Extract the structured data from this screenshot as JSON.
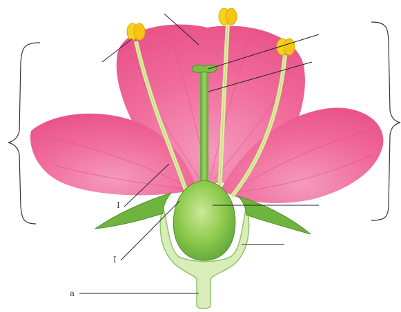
{
  "diagram": {
    "labels": {
      "stalk_label": "a",
      "left_mid_label": "I",
      "left_low_label": "I"
    },
    "colors": {
      "petal": "#f06a9a",
      "petal_light": "#f8a5c2",
      "petal_vein": "#e04c82",
      "anther": "#f7d21c",
      "filament": "#dfeea0",
      "pistil": "#8fcb4e",
      "pistil_dark": "#5fa63a",
      "sepal": "#6fb43f",
      "receptacle": "#d9edb8",
      "receptacle_edge": "#8fc26a",
      "leader_line": "#222222",
      "bracket": "#333333"
    }
  }
}
